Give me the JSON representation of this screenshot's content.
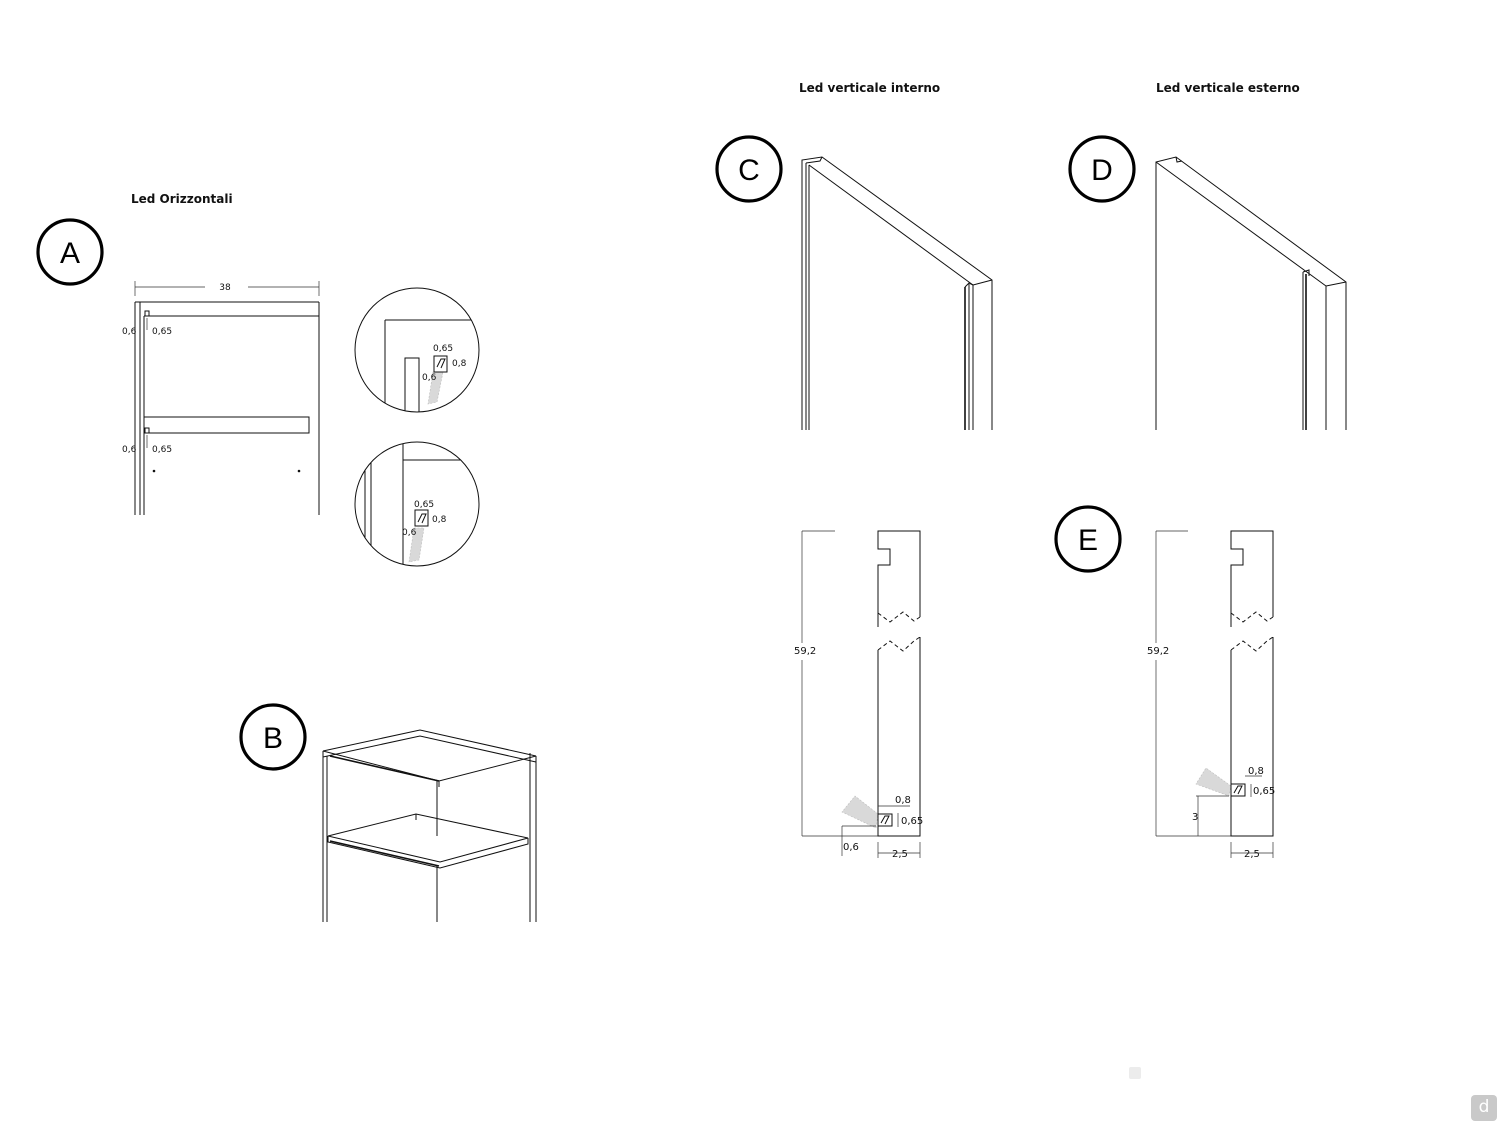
{
  "headings": {
    "horizontal": "Led Orizzontali",
    "vertical_internal": "Led verticale interno",
    "vertical_external": "Led verticale esterno"
  },
  "badges": [
    "A",
    "B",
    "C",
    "D",
    "E"
  ],
  "dimensions": {
    "a_width": "38",
    "a_top_left": "0,6",
    "a_top_right": "0,65",
    "a_mid_left": "0,6",
    "a_mid_right": "0,65",
    "lens1_top": "0,65",
    "lens1_right": "0,8",
    "lens1_left": "0,6",
    "lens2_top": "0,65",
    "lens2_right": "0,8",
    "lens2_left": "0,6",
    "c_height": "59,2",
    "c_profile_w": "0,8",
    "c_profile_h": "0,65",
    "c_offset": "0,6",
    "c_depth": "2,5",
    "e_height": "59,2",
    "e_profile_w": "0,8",
    "e_profile_h": "0,65",
    "e_offset": "3",
    "e_depth": "2,5"
  },
  "logo": "d"
}
